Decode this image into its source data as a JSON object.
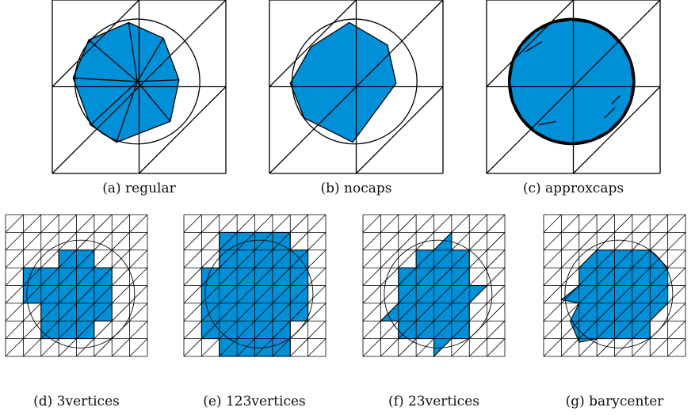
{
  "figure": {
    "fill_color": "#0090d8",
    "line_color": "#000000",
    "panels": [
      {
        "id": "a",
        "caption": "(a) regular",
        "grid_cells": 2,
        "shape": "regular-fan"
      },
      {
        "id": "b",
        "caption": "(b) nocaps",
        "grid_cells": 2,
        "shape": "nocaps"
      },
      {
        "id": "c",
        "caption": "(c) approxcaps",
        "grid_cells": 2,
        "shape": "approxcaps"
      },
      {
        "id": "d",
        "caption": "(d) 3vertices",
        "grid_cells": 8,
        "shape": "staircase"
      },
      {
        "id": "e",
        "caption": "(e) 123vertices",
        "grid_cells": 8,
        "shape": "staircase"
      },
      {
        "id": "f",
        "caption": "(f) 23vertices",
        "grid_cells": 8,
        "shape": "star"
      },
      {
        "id": "g",
        "caption": "(g) barycenter",
        "grid_cells": 8,
        "shape": "blob"
      }
    ]
  }
}
